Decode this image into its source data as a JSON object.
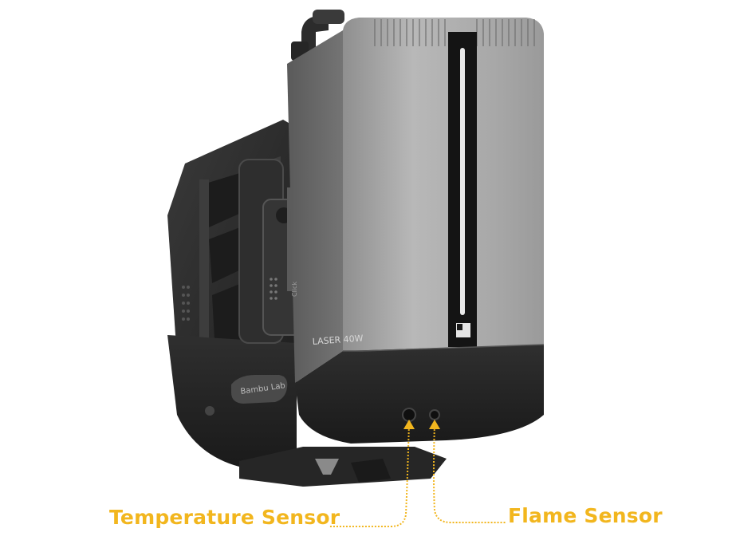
{
  "colors": {
    "callout": "#F2B61E",
    "housing_silver": "#9a9a9a",
    "housing_dark": "#2b2b2b"
  },
  "device": {
    "brand_mark": "Bambu Lab",
    "module_label": "LASER 40W",
    "side_text": "Click"
  },
  "callouts": {
    "temperature_sensor": "Temperature Sensor",
    "flame_sensor": "Flame Sensor"
  }
}
